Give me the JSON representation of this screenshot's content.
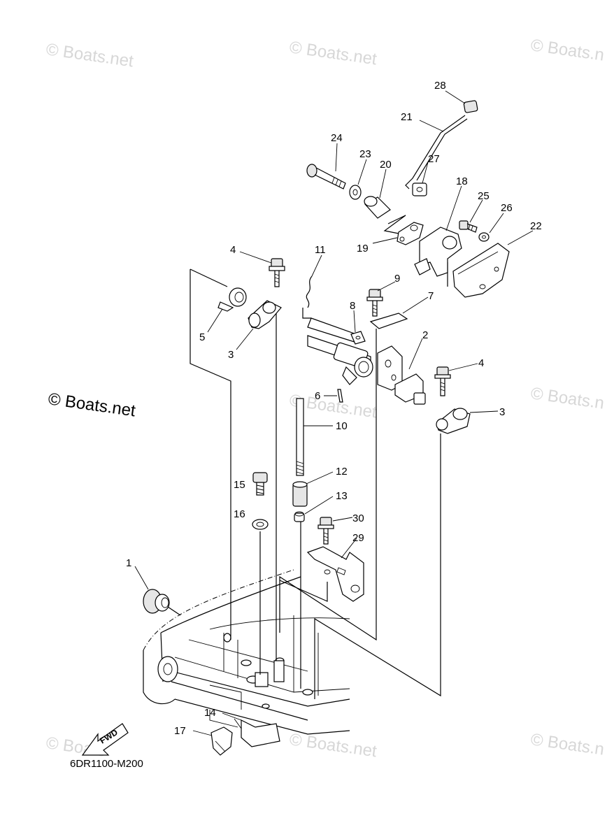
{
  "watermarks": {
    "top_left": "© Boats.net",
    "top_center": "© Boats.net",
    "top_right": "© Boats.n",
    "mid_left": "© Boats.net",
    "mid_center": "© Boats.net",
    "mid_right": "© Boats.n",
    "bottom_left": "© Boats",
    "bottom_center": "© Boats.net",
    "bottom_right": "© Boats.n"
  },
  "diagram_code": "6DR1100-M200",
  "fwd_label": "FWD",
  "callouts": {
    "c1": "1",
    "c2": "2",
    "c3a": "3",
    "c3b": "3",
    "c4a": "4",
    "c4b": "4",
    "c5": "5",
    "c6": "6",
    "c7": "7",
    "c8": "8",
    "c9": "9",
    "c10": "10",
    "c11": "11",
    "c12": "12",
    "c13": "13",
    "c14": "14",
    "c15": "15",
    "c16": "16",
    "c17": "17",
    "c18": "18",
    "c19": "19",
    "c20": "20",
    "c21": "21",
    "c22": "22",
    "c23": "23",
    "c24": "24",
    "c25": "25",
    "c26": "26",
    "c27": "27",
    "c28": "28",
    "c29": "29",
    "c30": "30"
  }
}
